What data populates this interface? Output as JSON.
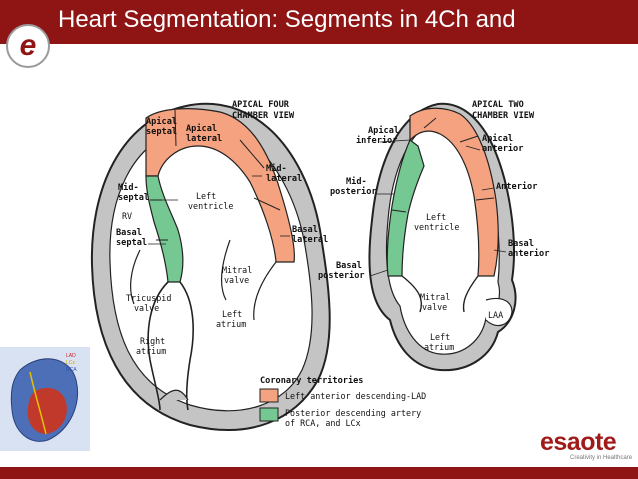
{
  "slide": {
    "title": "Heart Segmentation: Segments in 4Ch and",
    "logo_letter": "e",
    "brand_name": "esaote",
    "brand_tagline": "Creativity in Healthcare"
  },
  "thumbnail": {
    "legend": [
      "LAD",
      "LCx",
      "RCA"
    ]
  },
  "four_chamber": {
    "view_title": [
      "APICAL FOUR",
      "CHAMBER VIEW"
    ],
    "apical_septal": [
      "Apical",
      "septal"
    ],
    "apical_lateral": [
      "Apical",
      "lateral"
    ],
    "mid_lateral": [
      "Mid-",
      "lateral"
    ],
    "mid_septal": [
      "Mid-",
      "septal"
    ],
    "left_ventricle": [
      "Left",
      "ventricle"
    ],
    "rv": "RV",
    "basal_septal": [
      "Basal",
      "septal"
    ],
    "basal_lateral": [
      "Basal",
      "lateral"
    ],
    "mitral_valve": [
      "Mitral",
      "valve"
    ],
    "tricuspid_valve": [
      "Tricuspid",
      "valve"
    ],
    "left_atrium": [
      "Left",
      "atrium"
    ],
    "right_atrium": [
      "Right",
      "atrium"
    ]
  },
  "two_chamber": {
    "view_title": [
      "APICAL TWO",
      "CHAMBER VIEW"
    ],
    "apical_inferior": [
      "Apical",
      "inferior"
    ],
    "apical_anterior": [
      "Apical",
      "anterior"
    ],
    "mid_posterior": [
      "Mid-",
      "posterior"
    ],
    "anterior": "Anterior",
    "left_ventricle": [
      "Left",
      "ventricle"
    ],
    "basal_anterior": [
      "Basal",
      "anterior"
    ],
    "basal_posterior": [
      "Basal",
      "posterior"
    ],
    "mitral_valve": [
      "Mitral",
      "valve"
    ],
    "laa": "LAA",
    "left_atrium": [
      "Left",
      "atrium"
    ]
  },
  "legend": {
    "title": "Coronary territories",
    "lad": "Left anterior descending-LAD",
    "rca_lcx": [
      "Posterior descending artery",
      "of RCA, and LCx"
    ]
  },
  "colors": {
    "header": "#8f1414",
    "lad_territory": "#f4a27f",
    "rca_lcx_territory": "#76c893",
    "wall_gray": "#bdbdbd"
  }
}
